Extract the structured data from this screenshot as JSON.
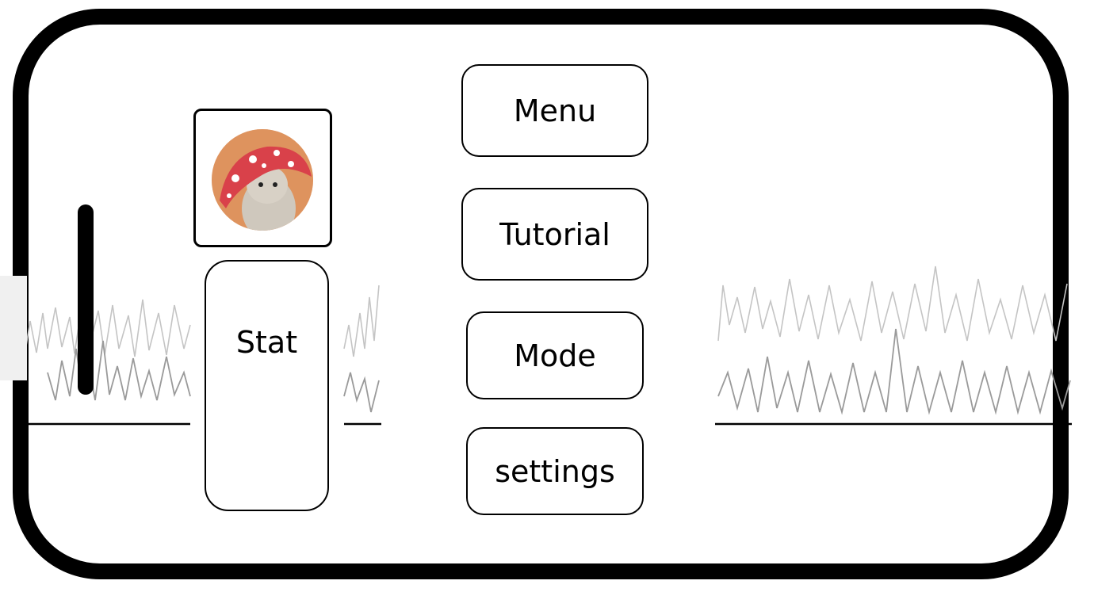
{
  "menu": {
    "menu_label": "Menu",
    "tutorial_label": "Tutorial",
    "mode_label": "Mode",
    "settings_label": "settings"
  },
  "stat": {
    "label": "Stat"
  },
  "avatar": {
    "icon": "mushroom-doll-avatar"
  },
  "colors": {
    "frame": "#000000",
    "background": "#ffffff",
    "grass": "#9a9a9a",
    "mushroom_cap": "#d9414a",
    "avatar_bg": "#d98a55"
  }
}
